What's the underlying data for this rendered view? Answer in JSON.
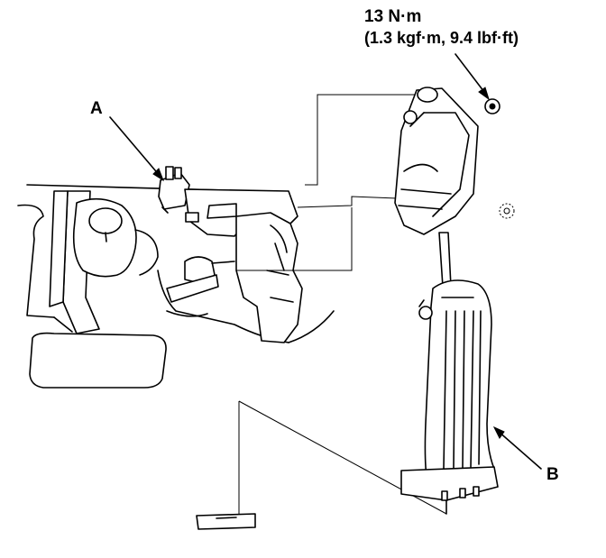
{
  "torque": {
    "value": "13 N·m",
    "conversion": "(1.3 kgf·m, 9.4 lbf·ft)"
  },
  "callouts": {
    "a": "A",
    "b": "B"
  }
}
